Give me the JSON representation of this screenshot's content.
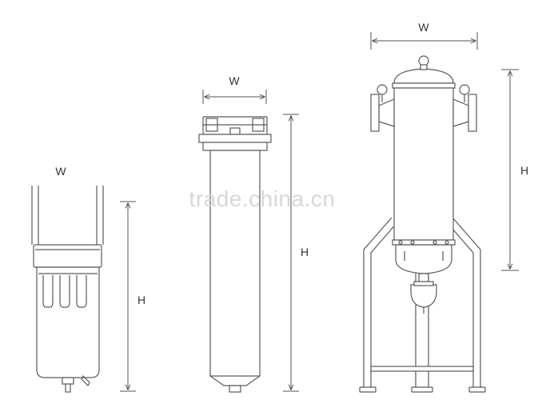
{
  "watermark": "trade.china.cn",
  "filters": [
    {
      "name": "compressed-air-filter",
      "width_label": "W",
      "height_label": "H"
    },
    {
      "name": "cartridge-filter-housing",
      "width_label": "W",
      "height_label": "H"
    },
    {
      "name": "vessel-filter-on-stand",
      "width_label": "W",
      "height_label": "H"
    }
  ],
  "colors": {
    "line": "#5a5a5a",
    "watermark": "#d8d8d8",
    "text": "#333333"
  }
}
